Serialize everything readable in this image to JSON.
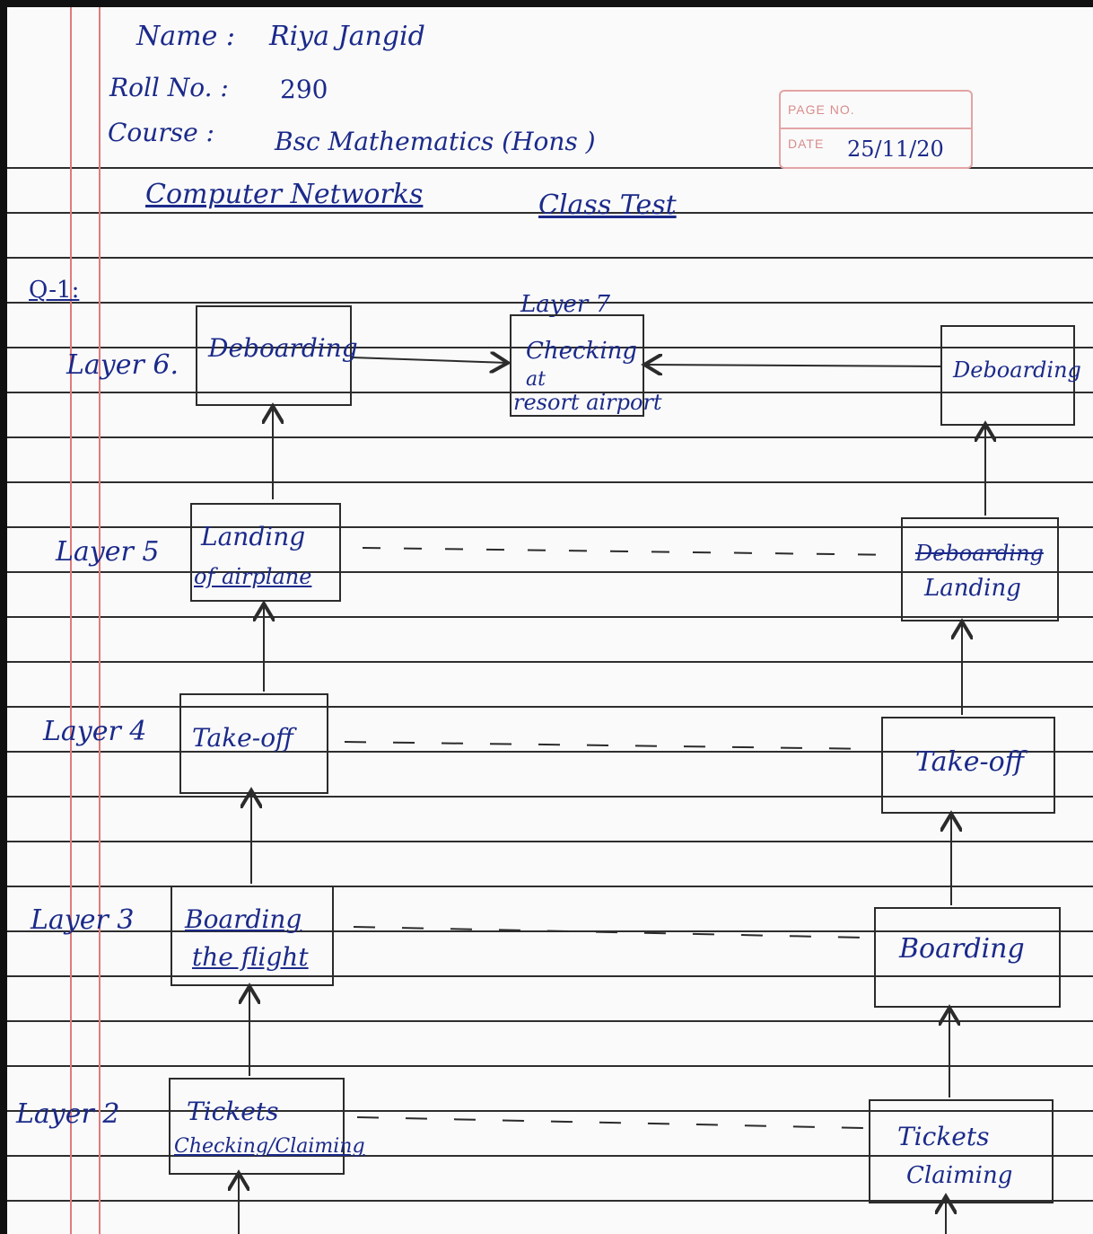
{
  "header": {
    "name_label": "Name :",
    "name_value": "Riya Jangid",
    "roll_label": "Roll No. :",
    "roll_value": "290",
    "course_label": "Course :",
    "course_value": "Bsc Mathematics (Hons )"
  },
  "stamp": {
    "page_no_label": "PAGE NO.",
    "date_label": "DATE",
    "date_value": "25/11/20"
  },
  "title": {
    "subject": "Computer Networks",
    "test": "Class Test"
  },
  "question": "Q-1:",
  "diagram": {
    "layer7": {
      "label": "Layer 7",
      "box_text": [
        "Checking",
        "at",
        "resort airport"
      ]
    },
    "layers": [
      {
        "label": "Layer 6.",
        "left": [
          "Deboarding"
        ],
        "right": [
          "Deboarding"
        ]
      },
      {
        "label": "Layer 5",
        "left": [
          "Landing",
          "of airplane"
        ],
        "right_struck": "Deboarding",
        "right": [
          "Landing"
        ]
      },
      {
        "label": "Layer 4",
        "left": [
          "Take-off"
        ],
        "right": [
          "Take-off"
        ]
      },
      {
        "label": "Layer 3",
        "left": [
          "Boarding",
          "the flight"
        ],
        "right": [
          "Boarding"
        ]
      },
      {
        "label": "Layer 2",
        "left": [
          "Tickets",
          "Checking/Claiming"
        ],
        "right": [
          "Tickets",
          "Claiming"
        ]
      }
    ]
  },
  "colors": {
    "ink": "#1b2a8a",
    "pencil": "#2b2b2b",
    "margin": "#e07b7b",
    "stamp": "#e3a3a3"
  }
}
